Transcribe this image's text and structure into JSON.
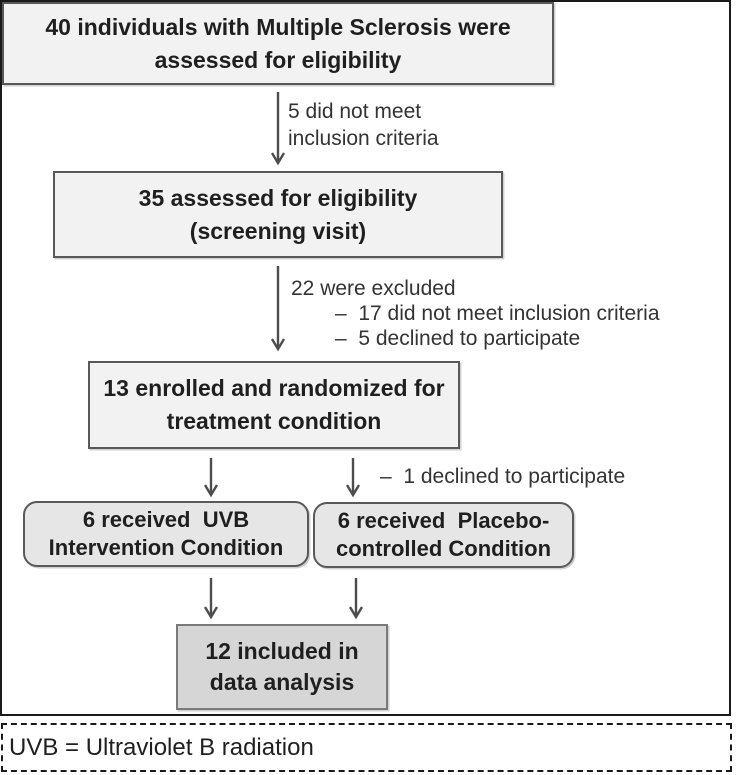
{
  "boxes": {
    "eligibility40": {
      "line1": "40 individuals with Multiple Sclerosis were",
      "line2": "assessed for eligibility"
    },
    "screening35": {
      "line1": "35 assessed for eligibility",
      "line2": "(screening visit)"
    },
    "randomized13": {
      "line1": "13 enrolled and randomized for",
      "line2": "treatment condition"
    },
    "uvb6": {
      "line1": "6 received  UVB",
      "line2": "Intervention Condition"
    },
    "placebo6": {
      "line1": "6 received  Placebo-",
      "line2": "controlled Condition"
    },
    "analysis12": {
      "line1": "12 included in",
      "line2": "data analysis"
    }
  },
  "annotations": {
    "not_meet5": {
      "line1": "5 did not meet",
      "line2": "inclusion criteria"
    },
    "excluded22": {
      "heading": "22 were excluded",
      "items": [
        "–  17 did not meet inclusion criteria",
        "–  5 declined to participate"
      ]
    },
    "declined1": "–  1 declined to participate"
  },
  "footnote": "UVB = Ultraviolet B radiation",
  "colors": {
    "frame-border": "#1a1a1a",
    "box-border": "#595959",
    "box-fill-light": "#f2f2f2",
    "box-fill-mid": "#e6e6e6",
    "box-fill-dark": "#d6d6d6",
    "arrow": "#4d4d4d",
    "text": "#1f1f1f",
    "annotation-text": "#333333"
  }
}
